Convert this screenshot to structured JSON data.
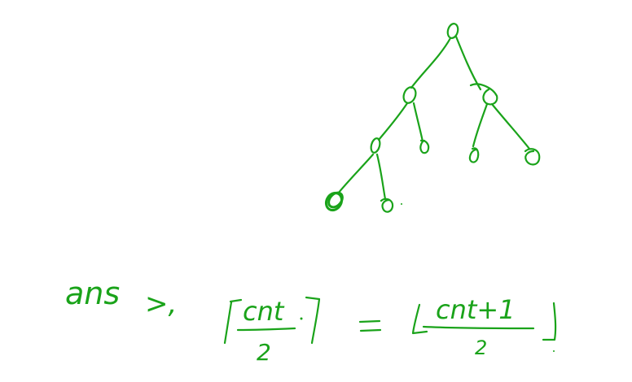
{
  "ink_color": "#1aa31a",
  "background_color": "#ffffff",
  "tree": {
    "root": "n0",
    "nodes": [
      {
        "id": "n0",
        "children": [
          "n1",
          "n2"
        ]
      },
      {
        "id": "n1",
        "children": [
          "n3",
          "n4"
        ]
      },
      {
        "id": "n2",
        "children": [
          "n5",
          "n6"
        ]
      },
      {
        "id": "n3",
        "children": [
          "n7",
          "n8"
        ]
      },
      {
        "id": "n4",
        "children": []
      },
      {
        "id": "n5",
        "children": []
      },
      {
        "id": "n6",
        "children": []
      },
      {
        "id": "n7",
        "children": []
      },
      {
        "id": "n8",
        "children": []
      }
    ]
  },
  "formula": {
    "left": "ans",
    "relation": ">,",
    "ceil_numerator": "cnt",
    "ceil_denominator": "2",
    "equals": "=",
    "floor_numerator": "cnt+1",
    "floor_denominator": "2"
  }
}
